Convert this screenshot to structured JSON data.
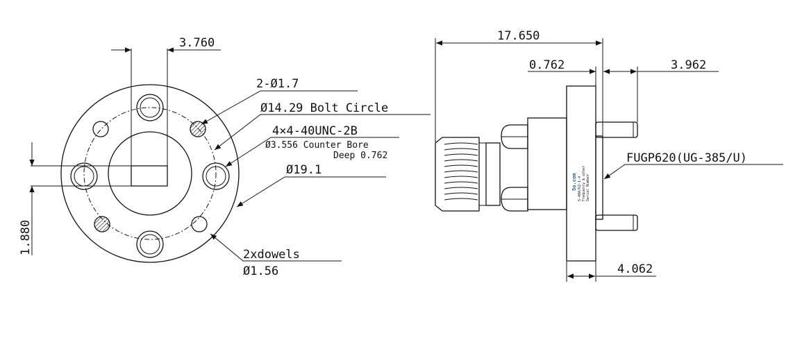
{
  "front_view": {
    "labels": {
      "slot_width": "3.760",
      "holes": "2-Ø1.7",
      "bolt_circle": "Ø14.29 Bolt Circle",
      "thread": "4×4-40UNC-2B",
      "counter_bore": "Ø3.556 Counter Bore",
      "counter_bore_depth": "Deep 0.762",
      "flange_diameter": "Ø19.1",
      "slot_height": "1.880",
      "dowels": "2xdowels",
      "dowel_diameter": "Ø1.56"
    }
  },
  "side_view": {
    "labels": {
      "overall_length": "17.650",
      "flange_thickness": "0.762",
      "pin_length": "3.962",
      "flange_width": "4.062",
      "flange_type": "FUGP620(UG-385/U)"
    },
    "marking": {
      "brand": "5o.com",
      "line1": "5-40A/62-1-4",
      "line2": "Frequency & other",
      "line3": "Serial Number"
    }
  },
  "colors": {
    "line": "#111111",
    "background": "#ffffff",
    "brand": "#1a5fb4"
  }
}
